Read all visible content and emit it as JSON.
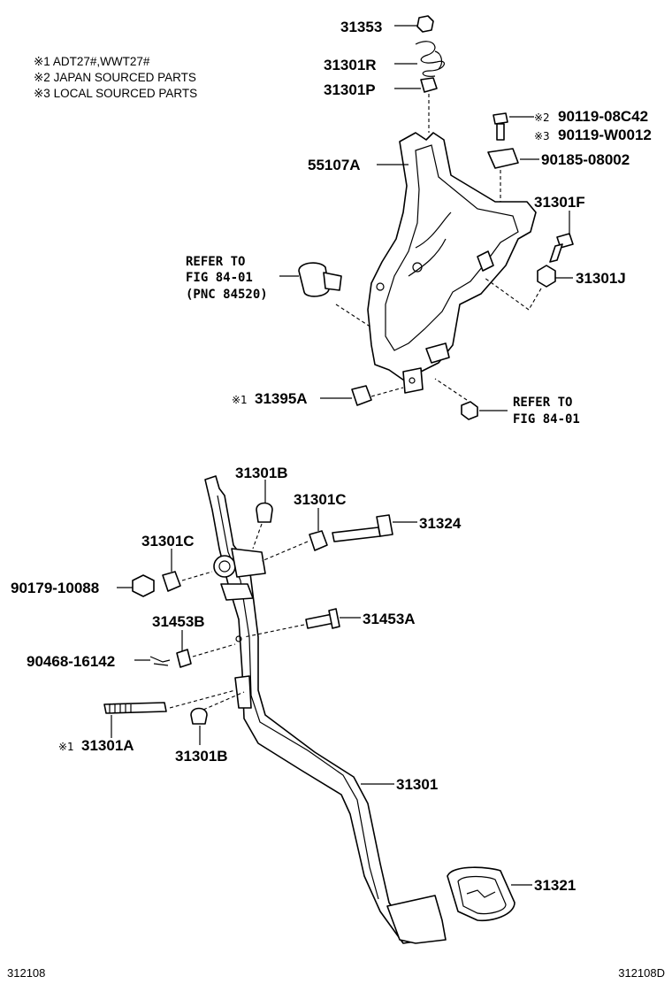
{
  "notes": [
    "※1 ADT27#,WWT27#",
    "※2 JAPAN SOURCED PARTS",
    "※3 LOCAL SOURCED PARTS"
  ],
  "labels": {
    "p31353": "31353",
    "p31301R": "31301R",
    "p31301P": "31301P",
    "p90119_08C42": "90119-08C42",
    "p90119_08C42_mark": "※2",
    "p90119_W0012": "90119-W0012",
    "p90119_W0012_mark": "※3",
    "p55107A": "55107A",
    "p90185": "90185-08002",
    "p31301F": "31301F",
    "p31301J": "31301J",
    "p31395A": "31395A",
    "p31395A_mark": "※1",
    "p31301B_top": "31301B",
    "p31301C_right": "31301C",
    "p31324": "31324",
    "p31301C_left": "31301C",
    "p90179": "90179-10088",
    "p31453A": "31453A",
    "p31453B": "31453B",
    "p90468": "90468-16142",
    "p31301A": "31301A",
    "p31301A_mark": "※1",
    "p31301B_bottom": "31301B",
    "p31301": "31301",
    "p31321": "31321"
  },
  "refer1": {
    "line1": "REFER TO",
    "line2": "FIG 84-01",
    "line3": "(PNC 84520)"
  },
  "refer2": {
    "line1": "REFER TO",
    "line2": "FIG 84-01"
  },
  "codes": {
    "bottom_left": "312108",
    "bottom_right": "312108D"
  }
}
